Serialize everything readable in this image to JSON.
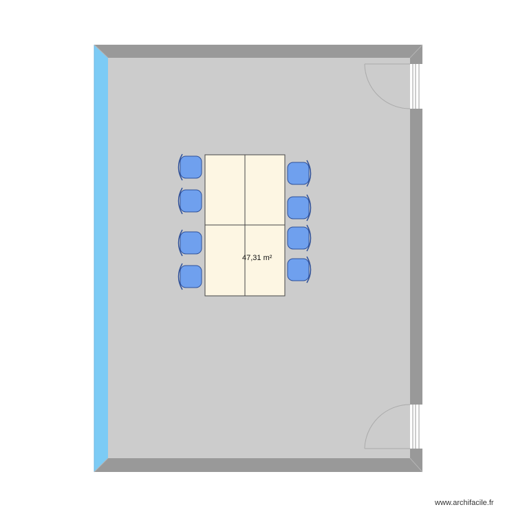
{
  "plan": {
    "area_label": "47,31 m²",
    "colors": {
      "floor": "#cccccc",
      "wall": "#999999",
      "wall_bevel": "#b5b5b5",
      "window": "#7ccbf5",
      "table": "#fdf6e3",
      "chair": "#6fa0ee",
      "chair_outline": "#2d4f99",
      "door_line": "#aaaaaa"
    },
    "furniture": {
      "tables": 4,
      "chairs": 8
    }
  },
  "footer": {
    "watermark": "www.archifacile.fr"
  }
}
